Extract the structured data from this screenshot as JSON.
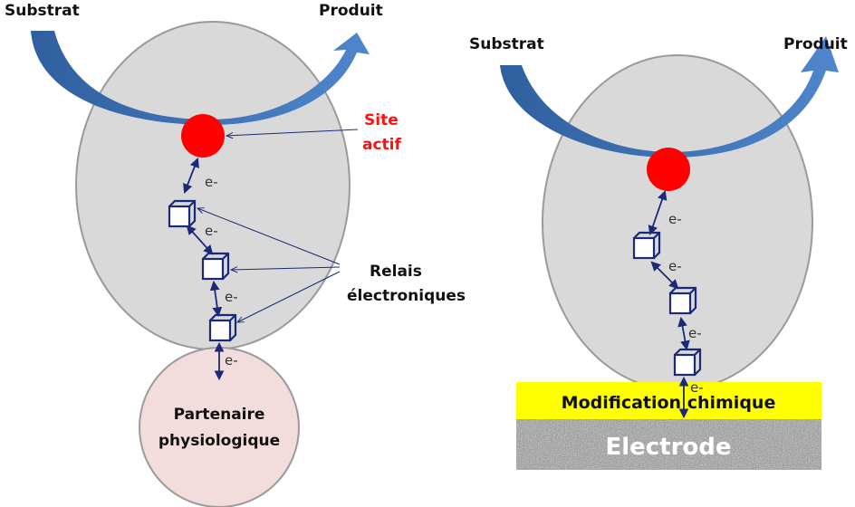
{
  "left_panel": {
    "substrate_label": "Substrat",
    "product_label": "Produit",
    "active_site_label_line1": "Site",
    "active_site_label_line2": "actif",
    "relays_label_line1": "Relais",
    "relays_label_line2": "électroniques",
    "electron_labels": [
      "e-",
      "e-",
      "e-",
      "e-"
    ],
    "partner_label_line1": "Partenaire",
    "partner_label_line2": "physiologique"
  },
  "right_panel": {
    "substrate_label": "Substrat",
    "product_label": "Produit",
    "electron_labels": [
      "e-",
      "e-",
      "e-",
      "e-"
    ],
    "modification_label": "Modification chimique",
    "electrode_label": "Electrode"
  },
  "colors": {
    "enzyme": "#d9d9d9",
    "active_site": "#ff0000",
    "arrow": "#3f6fb0",
    "relay": "#1a2a78",
    "partner": "#f3dcdc",
    "modification": "#ffff00",
    "electrode": "#9a9a9a"
  }
}
